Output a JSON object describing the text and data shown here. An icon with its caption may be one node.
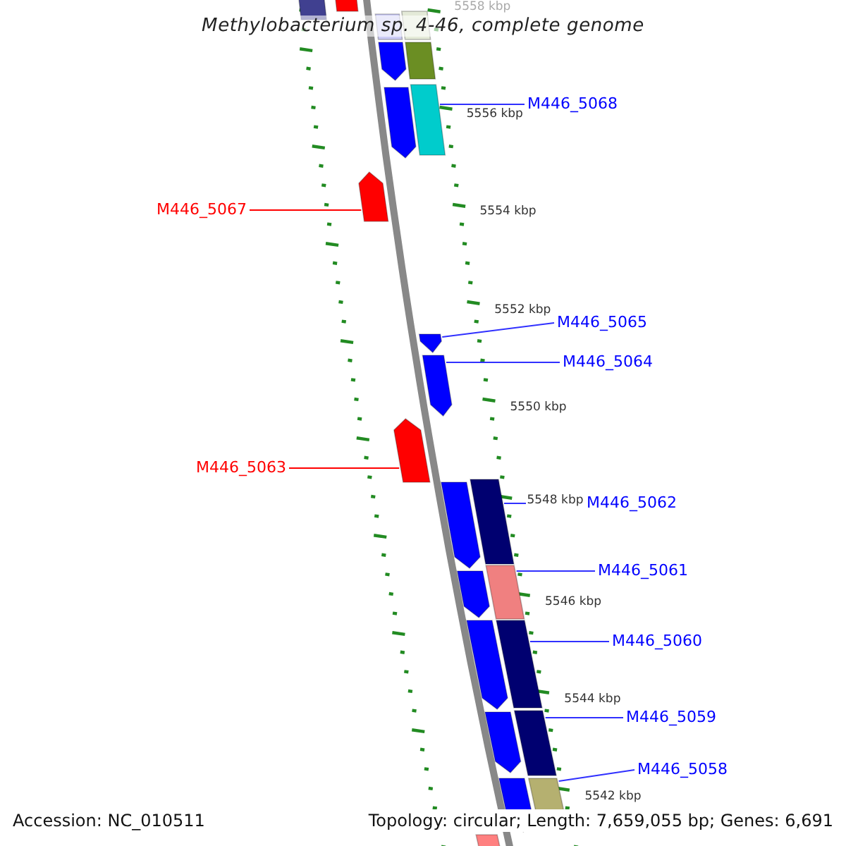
{
  "diagram": {
    "title": "Methylobacterium sp. 4-46, complete genome",
    "nodes": [
      {
        "text": [
          "M446_5068"
        ]
      },
      {
        "text": [],
        "shape": "box"
      },
      {
        "text": [
          "M446_5067"
        ]
      },
      {
        "text": [],
        "shape": "arrow"
      },
      {
        "text": [
          "M446_5065"
        ]
      },
      {
        "text": [],
        "shape": "arrow"
      },
      {
        "text": [
          "M446_5064"
        ]
      },
      {
        "text": [],
        "shape": "arrow"
      },
      {
        "text": [
          "M446_5063"
        ]
      },
      {
        "text": [],
        "shape": "arrow"
      },
      {
        "text": [
          "M446_5062"
        ]
      },
      {
        "text": [],
        "shape": "box"
      },
      {
        "text": [
          "M446_5061"
        ]
      },
      {
        "text": [],
        "shape": "box"
      },
      {
        "text": [
          "M446_5060"
        ]
      },
      {
        "text": [],
        "shape": "box"
      },
      {
        "text": [
          "M446_5059"
        ]
      },
      {
        "text": [],
        "shape": "box"
      },
      {
        "text": [
          "M446_5058"
        ]
      },
      {
        "text": [],
        "shape": "box"
      },
      {
        "text": [],
        "shape": "box"
      },
      {
        "text": [],
        "shape": "box"
      },
      {
        "text": [],
        "shape": "box"
      },
      {
        "text": [],
        "shape": "box"
      },
      {
        "text": [],
        "shape": "arrow"
      },
      {
        "text": [],
        "shape": "box"
      },
      {
        "text": [],
        "shape": "arrow"
      },
      {
        "text": [],
        "shape": "arrow"
      },
      {
        "text": [],
        "shape": "arrow"
      },
      {
        "text": [],
        "shape": "arrow"
      },
      {
        "text": [],
        "shape": "arrow"
      },
      {
        "text": [],
        "shape": "arrow"
      },
      {
        "text": [],
        "shape": "box"
      }
    ],
    "edges": [
      {
        "from": 0,
        "to": 1,
        "arrow": "none"
      },
      {
        "from": 2,
        "to": 3,
        "arrow": "none",
        "color": "#ff0000"
      },
      {
        "from": 4,
        "to": 5,
        "arrow": "none"
      },
      {
        "from": 6,
        "to": 7,
        "arrow": "none"
      },
      {
        "from": 8,
        "to": 9,
        "arrow": "none",
        "color": "#ff0000"
      },
      {
        "from": 10,
        "to": 11,
        "arrow": "none"
      },
      {
        "from": 12,
        "to": 13,
        "arrow": "none"
      },
      {
        "from": 14,
        "to": 15,
        "arrow": "none"
      },
      {
        "from": 16,
        "to": 17,
        "arrow": "none"
      },
      {
        "from": 18,
        "to": 19,
        "arrow": "none"
      }
    ],
    "labels": [
      "5558 kbp",
      "5556 kbp",
      "5554 kbp",
      "5552 kbp",
      "5550 kbp",
      "5548 kbp",
      "5546 kbp",
      "5544 kbp",
      "5542 kbp",
      "Accession: NC_010511",
      "Topology: circular; Length: 7,659,055 bp; Genes: 6,691"
    ]
  }
}
